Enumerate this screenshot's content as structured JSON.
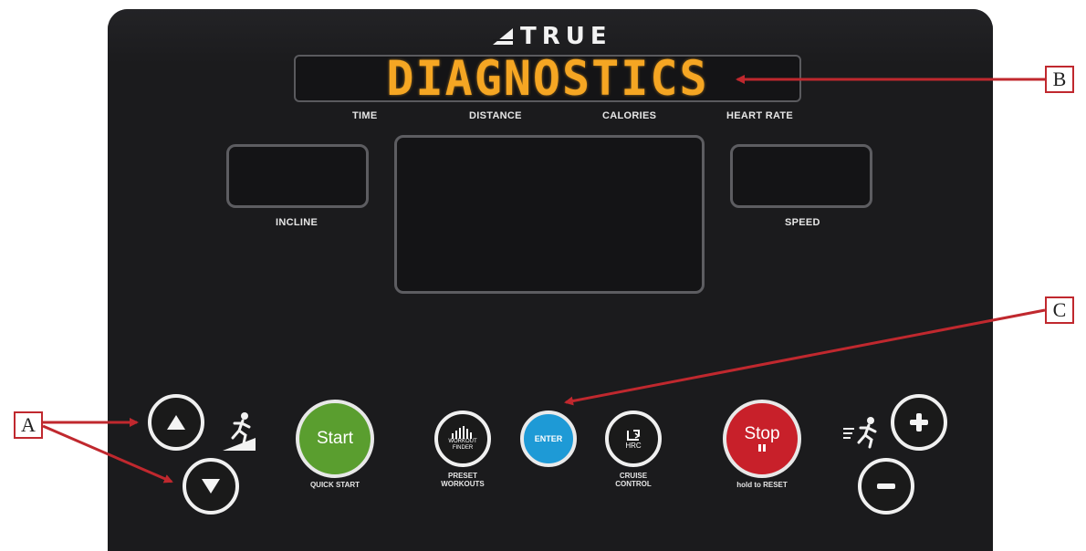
{
  "brand": {
    "name": "TRUE"
  },
  "display": {
    "main_text": "DIAGNOSTICS"
  },
  "labels": {
    "time": "TIME",
    "distance": "DISTANCE",
    "calories": "CALORIES",
    "heart_rate": "HEART RATE",
    "incline": "INCLINE",
    "speed": "SPEED"
  },
  "buttons": {
    "start": {
      "label": "Start",
      "sublabel": "QUICK START"
    },
    "workout_finder": {
      "label_line1": "WORKOUT",
      "label_line2": "FINDER",
      "sublabel_line1": "PRESET",
      "sublabel_line2": "WORKOUTS"
    },
    "enter": {
      "label": "ENTER"
    },
    "hrc": {
      "label": "HRC",
      "sublabel_line1": "CRUISE",
      "sublabel_line2": "CONTROL"
    },
    "stop": {
      "label": "Stop",
      "sublabel": "hold to RESET"
    }
  },
  "callouts": {
    "a": "A",
    "b": "B",
    "c": "C"
  },
  "colors": {
    "console": "#1b1b1d",
    "display_text": "#f5a623",
    "start": "#5a9e2f",
    "enter": "#1e9ad6",
    "stop": "#c8202a",
    "callout": "#c0282e"
  },
  "icons": {
    "incline_up": "triangle-up-icon",
    "incline_down": "triangle-down-icon",
    "incline_runner": "runner-incline-icon",
    "speed_runner": "runner-speed-icon",
    "speed_up": "plus-icon",
    "speed_down": "minus-icon",
    "workout": "bar-graph-icon",
    "hrc": "heart-rate-control-icon"
  }
}
